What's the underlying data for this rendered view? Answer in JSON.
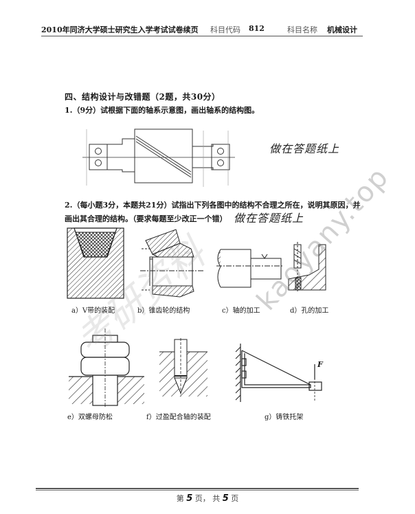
{
  "header": {
    "title": "2010年同济大学硕士研究生入学考试试卷续页",
    "code_label": "科目代码",
    "code": "812",
    "name_label": "科目名称",
    "name": "机械设计"
  },
  "section": {
    "title": "四、结构设计与改错题（2题，共30分）"
  },
  "question1": {
    "text": "1.（9分）试根据下面的轴系示意图，画出轴系的结构图。",
    "handwritten_note": "做在答题纸上"
  },
  "question2": {
    "line1": "2.（每小题3分，本题共21分）试指出下列各图中的结构不合理之所在，说明其原因，并",
    "line2": "画出其合理的结构。（要求每题至少改正一个错）",
    "handwritten_note": "做在答题纸上"
  },
  "figures": [
    {
      "id": "a",
      "caption": "a）V带的装配"
    },
    {
      "id": "b",
      "caption": "b）锥齿轮的结构"
    },
    {
      "id": "c",
      "caption": "c）轴的加工"
    },
    {
      "id": "d",
      "caption": "d）孔的加工"
    },
    {
      "id": "e",
      "caption": "e）双螺母防松"
    },
    {
      "id": "f",
      "caption": "f）过盈配合轴的装配"
    },
    {
      "id": "g",
      "caption": "g）铸铁托架",
      "force_label": "F"
    }
  ],
  "footer": {
    "prefix": "第",
    "page": "5",
    "mid": "页，  共",
    "total": "5",
    "suffix": "页"
  },
  "watermark": {
    "text": "kaoyany.top",
    "cn_text": "考研资料"
  }
}
